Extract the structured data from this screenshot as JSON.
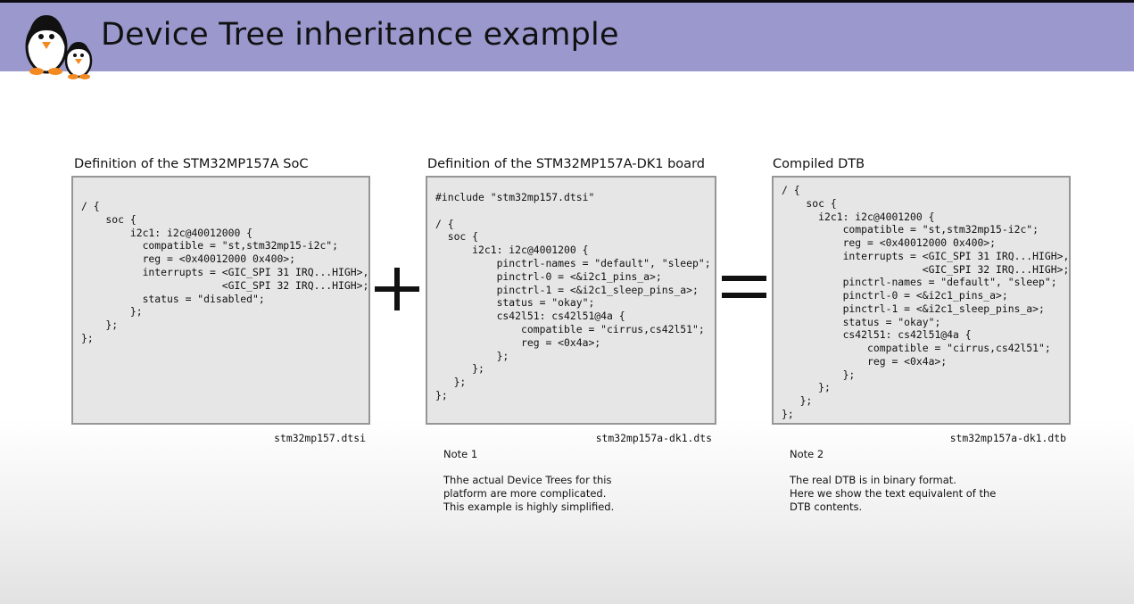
{
  "header": {
    "title": "Device Tree inheritance example",
    "bar_color": "#9a98cd",
    "logo_icon": "penguin-mascots-icon"
  },
  "panels": [
    {
      "caption": "Definition of the STM32MP157A SoC",
      "filename": "stm32mp157.dtsi",
      "code_lines": [
        "/ {",
        "    soc {",
        "        i2c1: i2c@40012000 {",
        "          compatible = \"st,stm32mp15-i2c\";",
        "          reg = <0x40012000 0x400>;",
        "          interrupts = <GIC_SPI 31 IRQ...HIGH>,",
        "                       <GIC_SPI 32 IRQ...HIGH>;",
        "          status = \"disabled\";",
        "        };",
        "    };",
        "};"
      ]
    },
    {
      "caption": "Definition of the STM32MP157A-DK1 board",
      "filename": "stm32mp157a-dk1.dts",
      "code_lines": [
        "#include \"stm32mp157.dtsi\"",
        "",
        "/ {",
        "  soc {",
        "      i2c1: i2c@4001200 {",
        "          pinctrl-names = \"default\", \"sleep\";",
        "          pinctrl-0 = <&i2c1_pins_a>;",
        "          pinctrl-1 = <&i2c1_sleep_pins_a>;",
        "          status = \"okay\";",
        "          cs42l51: cs42l51@4a {",
        "              compatible = \"cirrus,cs42l51\";",
        "              reg = <0x4a>;",
        "          };",
        "      };",
        "   };",
        "};"
      ]
    },
    {
      "caption": "Compiled DTB",
      "filename": "stm32mp157a-dk1.dtb",
      "code_lines": [
        "/ {",
        "    soc {",
        "      i2c1: i2c@4001200 {",
        "          compatible = \"st,stm32mp15-i2c\";",
        "          reg = <0x40012000 0x400>;",
        "          interrupts = <GIC_SPI 31 IRQ...HIGH>,",
        "                       <GIC_SPI 32 IRQ...HIGH>;",
        "          pinctrl-names = \"default\", \"sleep\";",
        "          pinctrl-0 = <&i2c1_pins_a>;",
        "          pinctrl-1 = <&i2c1_sleep_pins_a>;",
        "          status = \"okay\";",
        "          cs42l51: cs42l51@4a {",
        "              compatible = \"cirrus,cs42l51\";",
        "              reg = <0x4a>;",
        "          };",
        "      };",
        "   };",
        "};"
      ]
    }
  ],
  "operators": {
    "plus": "+",
    "equals": "="
  },
  "notes": [
    {
      "title": "Note 1",
      "lines": [
        "Thhe actual Device Trees for this",
        "platform are more complicated.",
        "This example is highly simplified."
      ]
    },
    {
      "title": "Note 2",
      "lines": [
        "The real DTB is in binary format.",
        "Here we show the text equivalent of the",
        "DTB contents."
      ]
    }
  ]
}
